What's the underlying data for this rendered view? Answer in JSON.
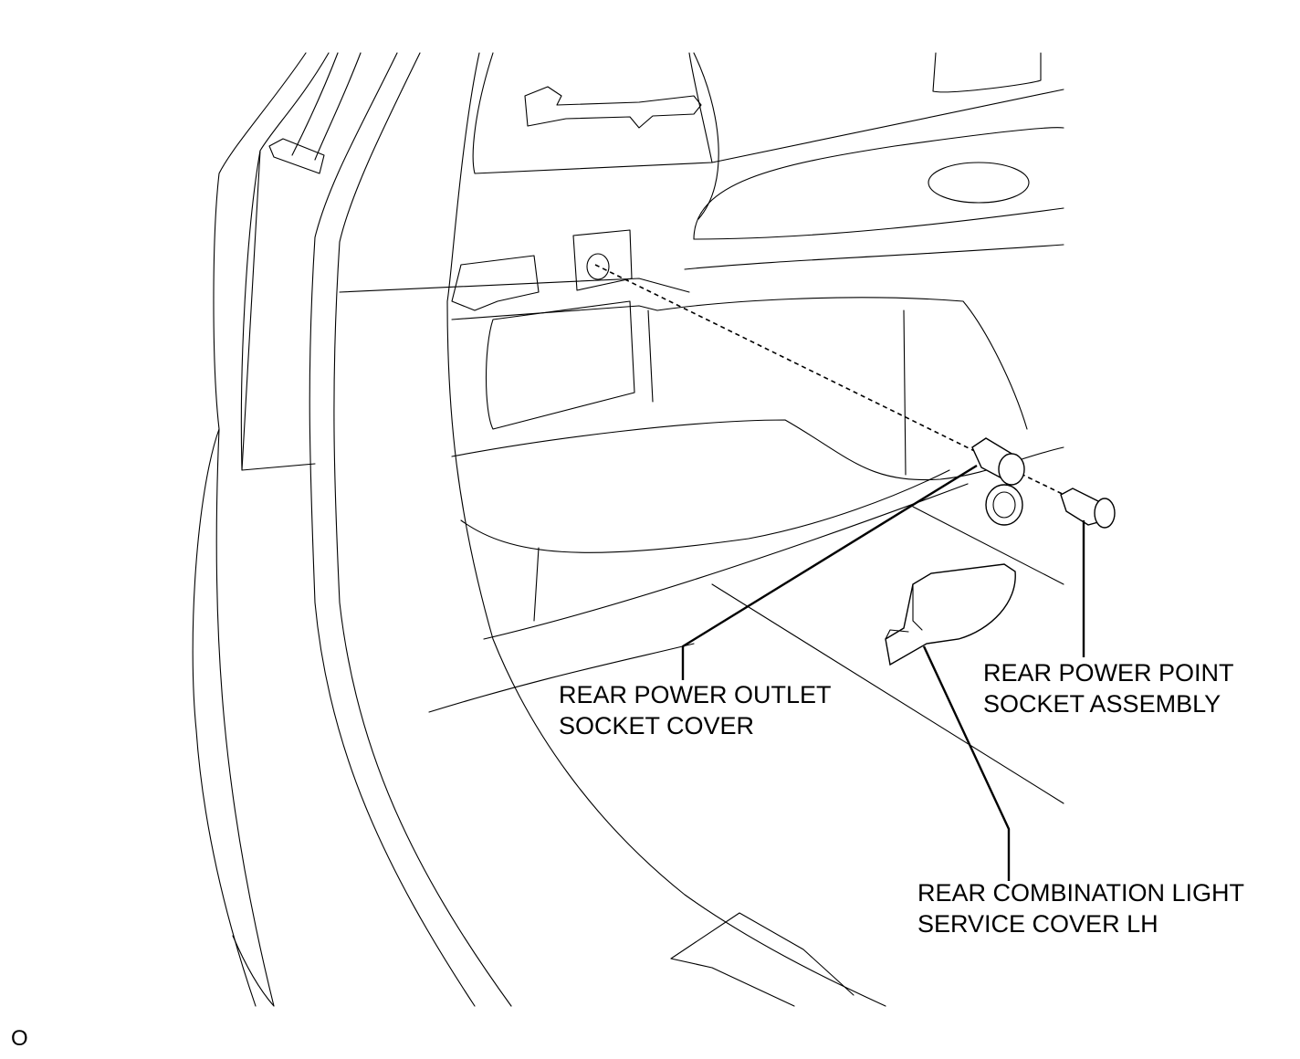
{
  "callouts": [
    {
      "id": "outlet_cover",
      "lines": [
        "REAR POWER OUTLET",
        "SOCKET COVER"
      ]
    },
    {
      "id": "socket_assembly",
      "lines": [
        "REAR POWER POINT",
        "SOCKET ASSEMBLY"
      ]
    },
    {
      "id": "service_cover",
      "lines": [
        "REAR COMBINATION LIGHT",
        "SERVICE COVER LH"
      ]
    }
  ],
  "figure_code": "O"
}
